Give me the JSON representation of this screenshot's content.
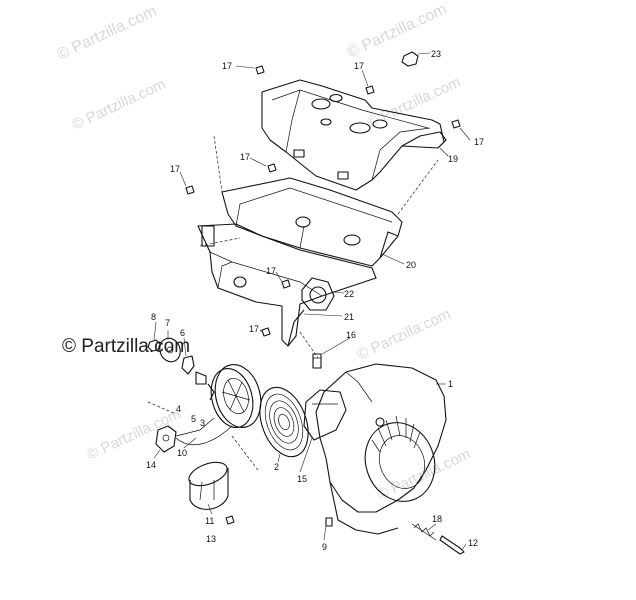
{
  "watermark": {
    "main_text": "© Partzilla.com",
    "repeat_text": "© Partzilla.com"
  },
  "callouts": [
    {
      "id": "c1",
      "text": "1"
    },
    {
      "id": "c2",
      "text": "2"
    },
    {
      "id": "c3",
      "text": "3"
    },
    {
      "id": "c4",
      "text": "4"
    },
    {
      "id": "c5",
      "text": "5"
    },
    {
      "id": "c6",
      "text": "6"
    },
    {
      "id": "c7",
      "text": "7"
    },
    {
      "id": "c8",
      "text": "8"
    },
    {
      "id": "c9",
      "text": "9"
    },
    {
      "id": "c10",
      "text": "10"
    },
    {
      "id": "c11",
      "text": "11"
    },
    {
      "id": "c12",
      "text": "12"
    },
    {
      "id": "c13",
      "text": "13"
    },
    {
      "id": "c14",
      "text": "14"
    },
    {
      "id": "c15",
      "text": "15"
    },
    {
      "id": "c16",
      "text": "16"
    },
    {
      "id": "c17a",
      "text": "17"
    },
    {
      "id": "c17b",
      "text": "17"
    },
    {
      "id": "c17c",
      "text": "17"
    },
    {
      "id": "c17d",
      "text": "17"
    },
    {
      "id": "c17e",
      "text": "17"
    },
    {
      "id": "c17f",
      "text": "17"
    },
    {
      "id": "c17g",
      "text": "17"
    },
    {
      "id": "c18",
      "text": "18"
    },
    {
      "id": "c19",
      "text": "19"
    },
    {
      "id": "c20",
      "text": "20"
    },
    {
      "id": "c21",
      "text": "21"
    },
    {
      "id": "c22",
      "text": "22"
    },
    {
      "id": "c23",
      "text": "23"
    }
  ]
}
